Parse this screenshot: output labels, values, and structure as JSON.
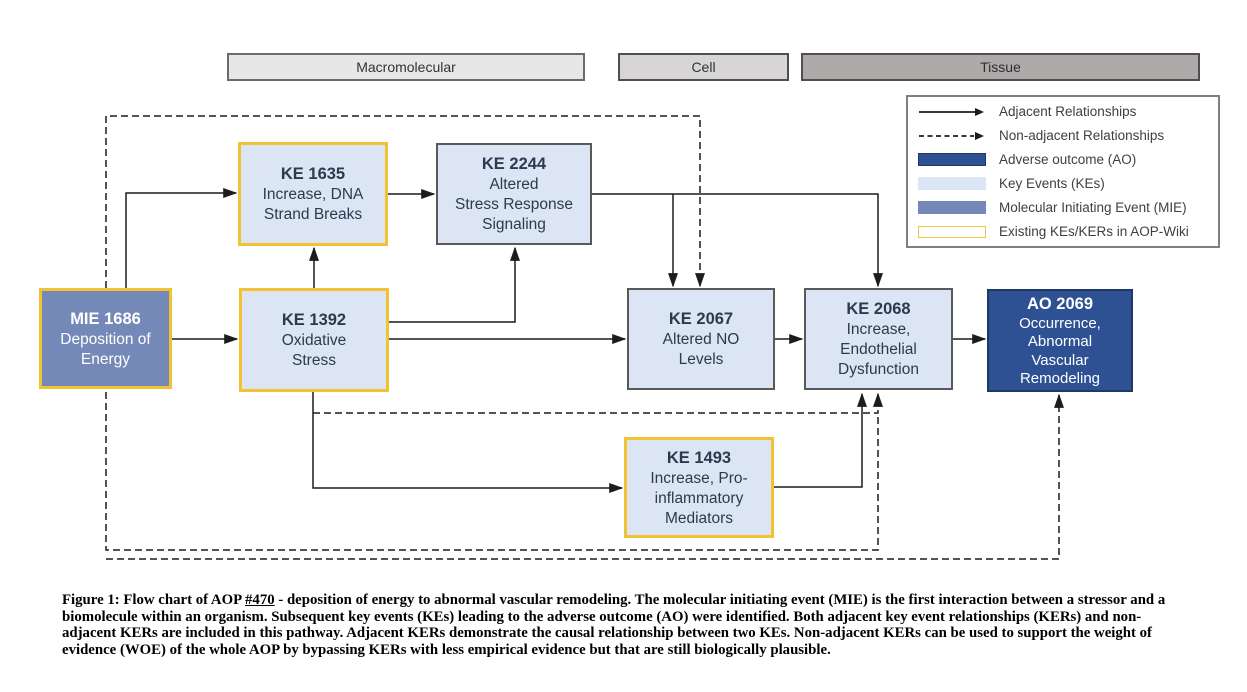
{
  "stages": {
    "macromolecular": "Macromolecular",
    "cell": "Cell",
    "tissue": "Tissue"
  },
  "legend": {
    "items": [
      {
        "label": "Adjacent Relationships"
      },
      {
        "label": "Non-adjacent Relationships"
      },
      {
        "label": "Adverse outcome (AO)"
      },
      {
        "label": "Key Events (KEs)"
      },
      {
        "label": "Molecular Initiating Event (MIE)"
      },
      {
        "label": "Existing KEs/KERs in AOP-Wiki"
      }
    ]
  },
  "nodes": {
    "mie1686": {
      "title": "MIE 1686",
      "body": "Deposition of\nEnergy",
      "kind": "MIE",
      "existing_in_aop_wiki": true
    },
    "ke1635": {
      "title": "KE 1635",
      "body": "Increase,  DNA\nStrand Breaks",
      "kind": "KE",
      "existing_in_aop_wiki": true
    },
    "ke2244": {
      "title": "KE 2244",
      "body": "Altered\nStress Response\nSignaling",
      "kind": "KE",
      "existing_in_aop_wiki": false
    },
    "ke1392": {
      "title": "KE 1392",
      "body": "Oxidative\nStress",
      "kind": "KE",
      "existing_in_aop_wiki": true
    },
    "ke2067": {
      "title": "KE 2067",
      "body": "Altered NO\nLevels",
      "kind": "KE",
      "existing_in_aop_wiki": false
    },
    "ke2068": {
      "title": "KE 2068",
      "body": "Increase,\nEndothelial\nDysfunction",
      "kind": "KE",
      "existing_in_aop_wiki": false
    },
    "ao2069": {
      "title": "AO 2069",
      "body": "Occurrence,\nAbnormal\nVascular\nRemodeling",
      "kind": "AO",
      "existing_in_aop_wiki": false
    },
    "ke1493": {
      "title": "KE 1493",
      "body": "Increase, Pro-\ninflammatory\nMediators",
      "kind": "KE",
      "existing_in_aop_wiki": true
    }
  },
  "edges": [
    {
      "from": "MIE 1686",
      "to": "KE 1635",
      "type": "adjacent"
    },
    {
      "from": "MIE 1686",
      "to": "KE 1392",
      "type": "adjacent"
    },
    {
      "from": "KE 1392",
      "to": "KE 1635",
      "type": "adjacent"
    },
    {
      "from": "KE 1635",
      "to": "KE 2244",
      "type": "adjacent"
    },
    {
      "from": "KE 1392",
      "to": "KE 2244",
      "type": "adjacent"
    },
    {
      "from": "KE 1392",
      "to": "KE 2067",
      "type": "adjacent"
    },
    {
      "from": "KE 2244",
      "to": "KE 2067",
      "type": "adjacent"
    },
    {
      "from": "KE 2244",
      "to": "KE 2068",
      "type": "adjacent"
    },
    {
      "from": "KE 2067",
      "to": "KE 2068",
      "type": "adjacent"
    },
    {
      "from": "KE 2068",
      "to": "AO 2069",
      "type": "adjacent"
    },
    {
      "from": "KE 1392",
      "to": "KE 1493",
      "type": "adjacent"
    },
    {
      "from": "KE 1493",
      "to": "KE 2068",
      "type": "adjacent"
    },
    {
      "from": "MIE 1686",
      "to": "KE 2067",
      "type": "non-adjacent"
    },
    {
      "from": "KE 1392",
      "to": "KE 2068",
      "type": "non-adjacent"
    },
    {
      "from": "MIE 1686",
      "to": "KE 2068",
      "type": "non-adjacent"
    },
    {
      "from": "MIE 1686",
      "to": "AO 2069",
      "type": "non-adjacent"
    }
  ],
  "colors": {
    "adverse_outcome": "#2E5193",
    "key_event": "#DCE5F3",
    "mie": "#7589B8",
    "existing_border_gold": "#F2C233",
    "box_border_gray": "#595959",
    "line_black": "#1C1C1C"
  },
  "caption": {
    "prefix": "Figure 1: Flow chart of AOP ",
    "link": "#470",
    "rest": " - deposition of energy to abnormal vascular remodeling. The molecular initiating event (MIE) is the first interaction between a stressor and a biomolecule within an organism. Subsequent key events (KEs) leading to the adverse outcome (AO) were identified. Both adjacent key event relationships (KERs) and non-adjacent KERs are included in this pathway. Adjacent KERs demonstrate the causal relationship between two KEs. Non-adjacent KERs can be used to support the weight of evidence (WOE) of the whole AOP by bypassing KERs with less empirical evidence but that are still biologically plausible."
  }
}
